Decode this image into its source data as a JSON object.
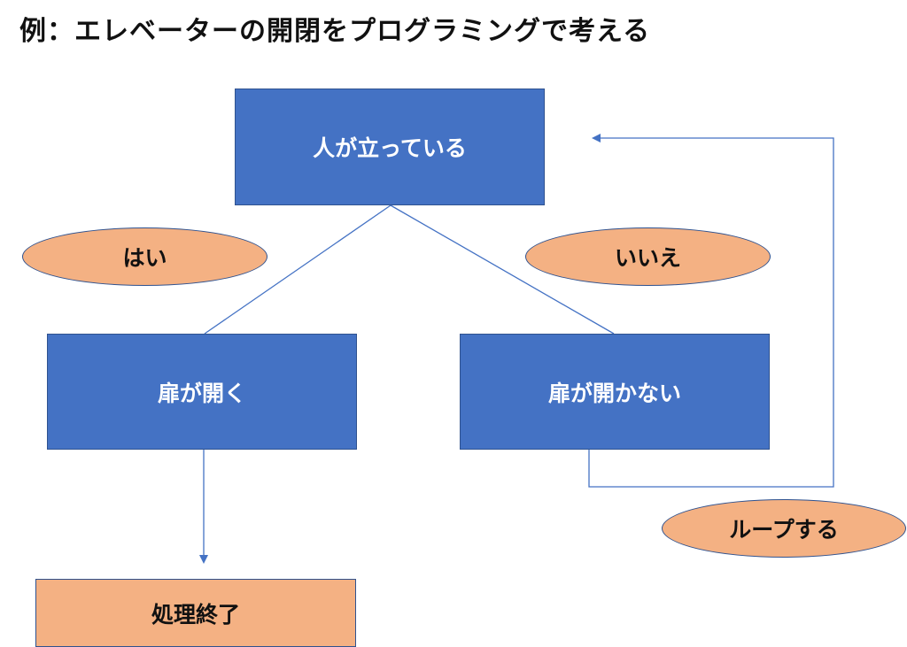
{
  "title": "例：エレベーターの開閉をプログラミングで考える",
  "nodes": {
    "condition": "人が立っている",
    "open": "扉が開く",
    "not_open": "扉が開かない",
    "end": "処理終了"
  },
  "labels": {
    "yes": "はい",
    "no": "いいえ",
    "loop": "ループする"
  },
  "colors": {
    "process_fill": "#4472c4",
    "terminal_fill": "#f4b183",
    "label_fill": "#f4b183",
    "connector": "#4472c4"
  }
}
